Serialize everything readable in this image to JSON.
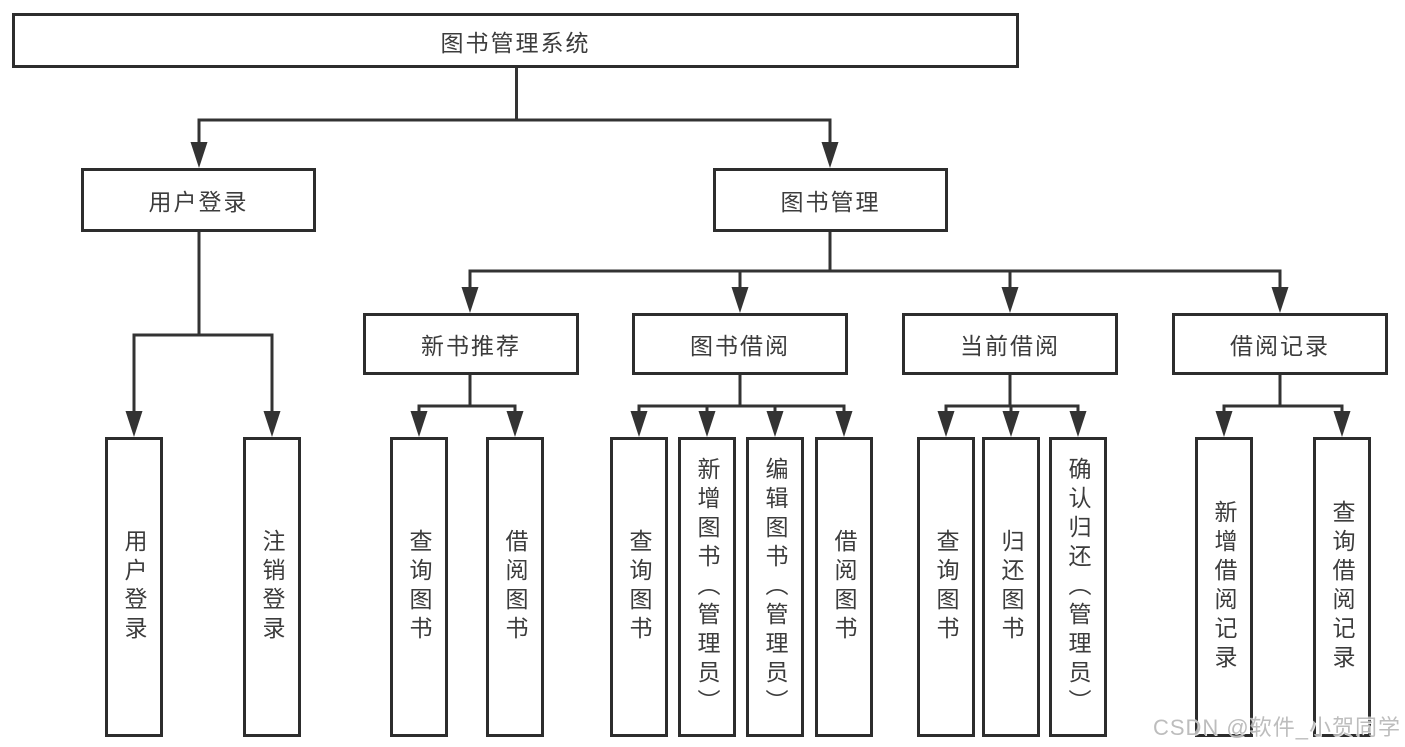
{
  "tree": {
    "label": "图书管理系统",
    "children": [
      {
        "label": "用户登录",
        "children": [
          {
            "label": "用户登录"
          },
          {
            "label": "注销登录"
          }
        ]
      },
      {
        "label": "图书管理",
        "children": [
          {
            "label": "新书推荐",
            "children": [
              {
                "label": "查询图书"
              },
              {
                "label": "借阅图书"
              }
            ]
          },
          {
            "label": "图书借阅",
            "children": [
              {
                "label": "查询图书"
              },
              {
                "label": "新增图书（管理员）"
              },
              {
                "label": "编辑图书（管理员）"
              },
              {
                "label": "借阅图书"
              }
            ]
          },
          {
            "label": "当前借阅",
            "children": [
              {
                "label": "查询图书"
              },
              {
                "label": "归还图书"
              },
              {
                "label": "确认归还（管理员）"
              }
            ]
          },
          {
            "label": "借阅记录",
            "children": [
              {
                "label": "新增借阅记录"
              },
              {
                "label": "查询借阅记录"
              }
            ]
          }
        ]
      }
    ]
  },
  "watermark": {
    "text": "CSDN @软件_小贺同学"
  },
  "colors": {
    "line": "#333333",
    "box_border": "#2d2d2d",
    "text": "#3c3c3c",
    "background": "#ffffff",
    "watermark": "#b9b9b9"
  }
}
